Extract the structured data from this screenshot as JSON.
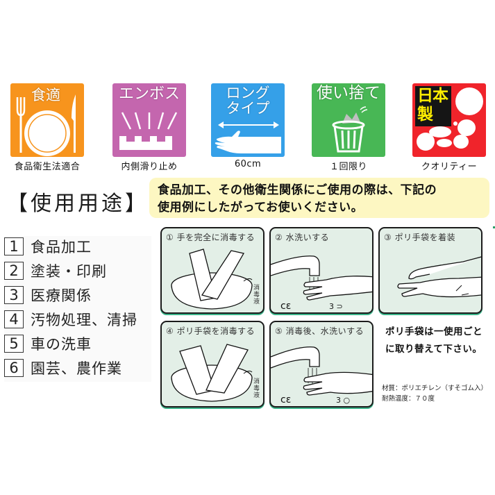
{
  "features": [
    {
      "id": "food-safe",
      "badge_title": "食適",
      "caption": "食品衛生法適合",
      "color": "#f7941d",
      "icon": "plate-fork-knife-icon"
    },
    {
      "id": "emboss",
      "badge_title": "エンボス",
      "caption": "内側滑り止め",
      "color": "#c466ae",
      "icon": "emboss-grip-icon"
    },
    {
      "id": "long-type",
      "badge_title_line1": "ロング",
      "badge_title_line2": "タイプ",
      "caption": "60cm",
      "color": "#35a0e8",
      "icon": "long-glove-arrow-icon"
    },
    {
      "id": "disposable",
      "badge_title": "使い捨て",
      "caption": "１回限り",
      "color": "#48b755",
      "icon": "trash-can-icon"
    },
    {
      "id": "made-in-japan",
      "badge_title_line1": "日本",
      "badge_title_line2": "製",
      "caption": "クオリティー",
      "color": "#f0242b",
      "icon": "japan-map-icon"
    }
  ],
  "usage": {
    "heading": "【使用用途】",
    "items": [
      {
        "num": "1",
        "label": "食品加工"
      },
      {
        "num": "2",
        "label": "塗装・印刷"
      },
      {
        "num": "3",
        "label": "医療関係"
      },
      {
        "num": "4",
        "label": "汚物処理、清掃"
      },
      {
        "num": "5",
        "label": "車の洗車"
      },
      {
        "num": "6",
        "label": "園芸、農作業"
      }
    ]
  },
  "notice": {
    "line1": "食品加工、その他衛生関係にご使用の際は、下記の",
    "line2": "使用例にしたがってお使いください。"
  },
  "steps": [
    {
      "title": "① 手を完全に消毒する",
      "side_label": "消毒液"
    },
    {
      "title": "② 水洗いする"
    },
    {
      "title": "③ ポリ手袋を着装"
    },
    {
      "title": "④ ポリ手袋を消毒する",
      "side_label": "消毒液"
    },
    {
      "title": "⑤ 消毒後、水洗いする"
    }
  ],
  "replace_note": {
    "line1": "ポリ手袋は一使用ごと",
    "line2": "に取り替えて下さい。"
  },
  "spec": {
    "material": "材質：ポリエチレン（すそゴム入）",
    "heat_resistance": "耐熱温度：７０度"
  }
}
